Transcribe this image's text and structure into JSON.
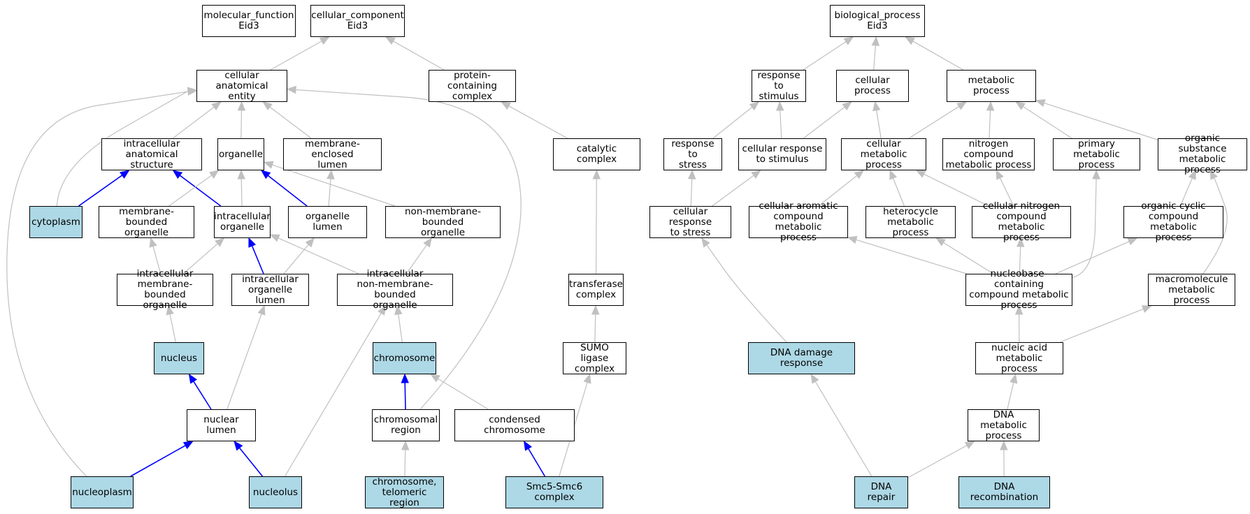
{
  "colors": {
    "highlight_fill": "#add8e6",
    "edge_default": "#c0c0c0",
    "edge_highlight": "#0000ff",
    "node_border": "#000000",
    "background": "#ffffff"
  },
  "nodes": [
    {
      "id": "mf",
      "label": "molecular_function\nEid3",
      "highlight": false
    },
    {
      "id": "cc",
      "label": "cellular_component\nEid3",
      "highlight": false
    },
    {
      "id": "bp",
      "label": "biological_process\nEid3",
      "highlight": false
    },
    {
      "id": "cae",
      "label": "cellular anatomical\nentity",
      "highlight": false
    },
    {
      "id": "pcc",
      "label": "protein-containing\ncomplex",
      "highlight": false
    },
    {
      "id": "rts",
      "label": "response to\nstimulus",
      "highlight": false
    },
    {
      "id": "cp",
      "label": "cellular process",
      "highlight": false
    },
    {
      "id": "mp",
      "label": "metabolic process",
      "highlight": false
    },
    {
      "id": "ias",
      "label": "intracellular\nanatomical structure",
      "highlight": false
    },
    {
      "id": "org",
      "label": "organelle",
      "highlight": false
    },
    {
      "id": "mel",
      "label": "membrane-enclosed\nlumen",
      "highlight": false
    },
    {
      "id": "catc",
      "label": "catalytic complex",
      "highlight": false
    },
    {
      "id": "rtstr",
      "label": "response to\nstress",
      "highlight": false
    },
    {
      "id": "crts",
      "label": "cellular response\nto stimulus",
      "highlight": false
    },
    {
      "id": "cmp",
      "label": "cellular metabolic\nprocess",
      "highlight": false
    },
    {
      "id": "ncmp",
      "label": "nitrogen compound\nmetabolic process",
      "highlight": false
    },
    {
      "id": "pmp",
      "label": "primary metabolic\nprocess",
      "highlight": false
    },
    {
      "id": "osmp",
      "label": "organic substance\nmetabolic process",
      "highlight": false
    },
    {
      "id": "cyto",
      "label": "cytoplasm",
      "highlight": true
    },
    {
      "id": "mbo",
      "label": "membrane-bounded\norganelle",
      "highlight": false
    },
    {
      "id": "io",
      "label": "intracellular\norganelle",
      "highlight": false
    },
    {
      "id": "ol",
      "label": "organelle lumen",
      "highlight": false
    },
    {
      "id": "nmbo",
      "label": "non-membrane-bounded\norganelle",
      "highlight": false
    },
    {
      "id": "crtstr",
      "label": "cellular response\nto stress",
      "highlight": false
    },
    {
      "id": "cacmp",
      "label": "cellular aromatic\ncompound metabolic\nprocess",
      "highlight": false
    },
    {
      "id": "hmp",
      "label": "heterocycle\nmetabolic process",
      "highlight": false
    },
    {
      "id": "cncmp",
      "label": "cellular nitrogen\ncompound metabolic\nprocess",
      "highlight": false
    },
    {
      "id": "occmp",
      "label": "organic cyclic\ncompound metabolic\nprocess",
      "highlight": false
    },
    {
      "id": "imbo",
      "label": "intracellular\nmembrane-bounded\norganelle",
      "highlight": false
    },
    {
      "id": "iol",
      "label": "intracellular\norganelle lumen",
      "highlight": false
    },
    {
      "id": "inmbo",
      "label": "intracellular\nnon-membrane-bounded\norganelle",
      "highlight": false
    },
    {
      "id": "tc",
      "label": "transferase\ncomplex",
      "highlight": false
    },
    {
      "id": "nbcmp",
      "label": "nucleobase-containing\ncompound metabolic\nprocess",
      "highlight": false
    },
    {
      "id": "mmp",
      "label": "macromolecule\nmetabolic process",
      "highlight": false
    },
    {
      "id": "nuc",
      "label": "nucleus",
      "highlight": true
    },
    {
      "id": "chr",
      "label": "chromosome",
      "highlight": true
    },
    {
      "id": "sumo",
      "label": "SUMO ligase\ncomplex",
      "highlight": false
    },
    {
      "id": "ddr",
      "label": "DNA damage response",
      "highlight": true
    },
    {
      "id": "namp",
      "label": "nucleic acid\nmetabolic process",
      "highlight": false
    },
    {
      "id": "nl",
      "label": "nuclear lumen",
      "highlight": false
    },
    {
      "id": "cr",
      "label": "chromosomal\nregion",
      "highlight": false
    },
    {
      "id": "cchr",
      "label": "condensed chromosome",
      "highlight": false
    },
    {
      "id": "dmp",
      "label": "DNA metabolic\nprocess",
      "highlight": false
    },
    {
      "id": "npl",
      "label": "nucleoplasm",
      "highlight": true
    },
    {
      "id": "nlo",
      "label": "nucleolus",
      "highlight": true
    },
    {
      "id": "ctr",
      "label": "chromosome,\ntelomeric region",
      "highlight": true
    },
    {
      "id": "smc",
      "label": "Smc5-Smc6 complex",
      "highlight": true
    },
    {
      "id": "drep",
      "label": "DNA repair",
      "highlight": true
    },
    {
      "id": "drec",
      "label": "DNA recombination",
      "highlight": true
    }
  ],
  "edges": [
    {
      "from": "cae",
      "to": "cc",
      "highlight": false
    },
    {
      "from": "pcc",
      "to": "cc",
      "highlight": false
    },
    {
      "from": "rts",
      "to": "bp",
      "highlight": false
    },
    {
      "from": "cp",
      "to": "bp",
      "highlight": false
    },
    {
      "from": "mp",
      "to": "bp",
      "highlight": false
    },
    {
      "from": "ias",
      "to": "cae",
      "highlight": false
    },
    {
      "from": "org",
      "to": "cae",
      "highlight": false
    },
    {
      "from": "mel",
      "to": "cae",
      "highlight": false
    },
    {
      "from": "cyto",
      "to": "cae",
      "highlight": false
    },
    {
      "from": "npl",
      "to": "cae",
      "highlight": false
    },
    {
      "from": "cr",
      "to": "cae",
      "highlight": false
    },
    {
      "from": "catc",
      "to": "pcc",
      "highlight": false
    },
    {
      "from": "rtstr",
      "to": "rts",
      "highlight": false
    },
    {
      "from": "crts",
      "to": "rts",
      "highlight": false
    },
    {
      "from": "crts",
      "to": "cp",
      "highlight": false
    },
    {
      "from": "cmp",
      "to": "cp",
      "highlight": false
    },
    {
      "from": "cmp",
      "to": "mp",
      "highlight": false
    },
    {
      "from": "ncmp",
      "to": "mp",
      "highlight": false
    },
    {
      "from": "pmp",
      "to": "mp",
      "highlight": false
    },
    {
      "from": "osmp",
      "to": "mp",
      "highlight": false
    },
    {
      "from": "cyto",
      "to": "ias",
      "highlight": true
    },
    {
      "from": "io",
      "to": "ias",
      "highlight": true
    },
    {
      "from": "mbo",
      "to": "org",
      "highlight": false
    },
    {
      "from": "io",
      "to": "org",
      "highlight": false
    },
    {
      "from": "ol",
      "to": "org",
      "highlight": true
    },
    {
      "from": "nmbo",
      "to": "org",
      "highlight": false
    },
    {
      "from": "ol",
      "to": "mel",
      "highlight": false
    },
    {
      "from": "tc",
      "to": "catc",
      "highlight": false
    },
    {
      "from": "crtstr",
      "to": "rtstr",
      "highlight": false
    },
    {
      "from": "crtstr",
      "to": "crts",
      "highlight": false
    },
    {
      "from": "cacmp",
      "to": "cmp",
      "highlight": false
    },
    {
      "from": "hmp",
      "to": "cmp",
      "highlight": false
    },
    {
      "from": "cncmp",
      "to": "cmp",
      "highlight": false
    },
    {
      "from": "cncmp",
      "to": "ncmp",
      "highlight": false
    },
    {
      "from": "nbcmp",
      "to": "pmp",
      "highlight": false
    },
    {
      "from": "occmp",
      "to": "osmp",
      "highlight": false
    },
    {
      "from": "mmp",
      "to": "osmp",
      "highlight": false
    },
    {
      "from": "imbo",
      "to": "mbo",
      "highlight": false
    },
    {
      "from": "imbo",
      "to": "io",
      "highlight": false
    },
    {
      "from": "iol",
      "to": "io",
      "highlight": true
    },
    {
      "from": "inmbo",
      "to": "io",
      "highlight": false
    },
    {
      "from": "iol",
      "to": "ol",
      "highlight": false
    },
    {
      "from": "inmbo",
      "to": "nmbo",
      "highlight": false
    },
    {
      "from": "ddr",
      "to": "crtstr",
      "highlight": false
    },
    {
      "from": "nbcmp",
      "to": "cacmp",
      "highlight": false
    },
    {
      "from": "nbcmp",
      "to": "hmp",
      "highlight": false
    },
    {
      "from": "nbcmp",
      "to": "cncmp",
      "highlight": false
    },
    {
      "from": "nbcmp",
      "to": "occmp",
      "highlight": false
    },
    {
      "from": "nuc",
      "to": "imbo",
      "highlight": false
    },
    {
      "from": "nl",
      "to": "iol",
      "highlight": false
    },
    {
      "from": "chr",
      "to": "inmbo",
      "highlight": false
    },
    {
      "from": "nlo",
      "to": "inmbo",
      "highlight": false
    },
    {
      "from": "sumo",
      "to": "tc",
      "highlight": false
    },
    {
      "from": "namp",
      "to": "nbcmp",
      "highlight": false
    },
    {
      "from": "namp",
      "to": "mmp",
      "highlight": false
    },
    {
      "from": "nl",
      "to": "nuc",
      "highlight": true
    },
    {
      "from": "cr",
      "to": "chr",
      "highlight": true
    },
    {
      "from": "cchr",
      "to": "chr",
      "highlight": false
    },
    {
      "from": "smc",
      "to": "sumo",
      "highlight": false
    },
    {
      "from": "drep",
      "to": "ddr",
      "highlight": false
    },
    {
      "from": "dmp",
      "to": "namp",
      "highlight": false
    },
    {
      "from": "npl",
      "to": "nl",
      "highlight": true
    },
    {
      "from": "nlo",
      "to": "nl",
      "highlight": true
    },
    {
      "from": "ctr",
      "to": "cr",
      "highlight": false
    },
    {
      "from": "smc",
      "to": "cchr",
      "highlight": true
    },
    {
      "from": "drep",
      "to": "dmp",
      "highlight": false
    },
    {
      "from": "drec",
      "to": "dmp",
      "highlight": false
    }
  ]
}
